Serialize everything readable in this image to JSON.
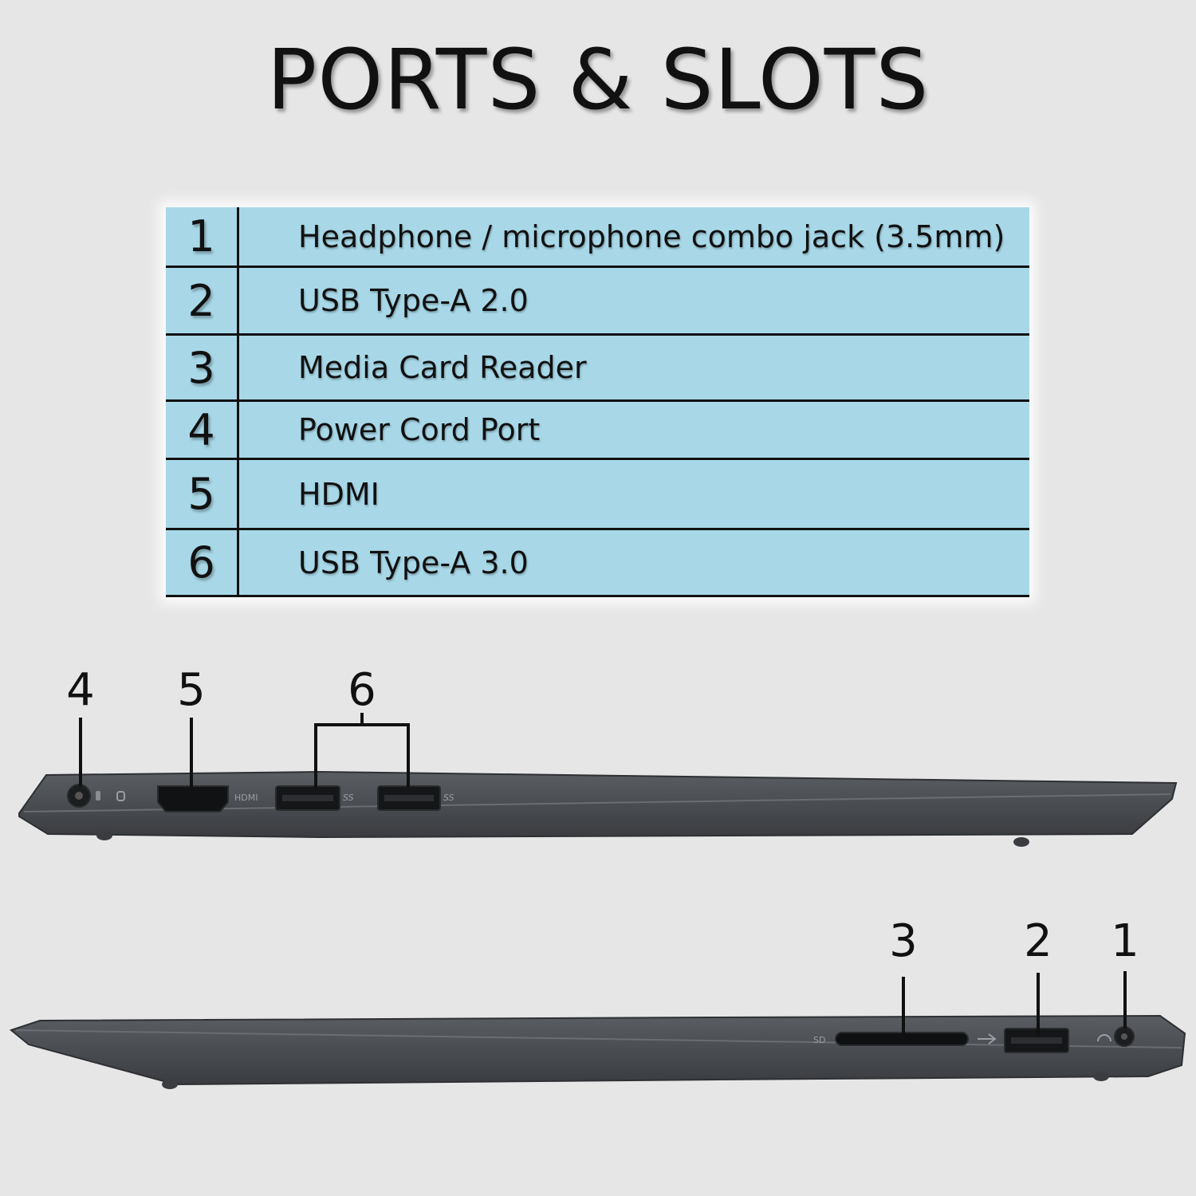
{
  "title": "PORTS & SLOTS",
  "ports": [
    {
      "number": "1",
      "label": "Headphone / microphone combo jack (3.5mm)"
    },
    {
      "number": "2",
      "label": "USB Type-A 2.0"
    },
    {
      "number": "3",
      "label": "Media Card Reader"
    },
    {
      "number": "4",
      "label": "Power Cord Port"
    },
    {
      "number": "5",
      "label": "HDMI"
    },
    {
      "number": "6",
      "label": "USB Type-A 3.0"
    }
  ],
  "left_side_callouts": [
    "4",
    "5",
    "6"
  ],
  "right_side_callouts": [
    "3",
    "2",
    "1"
  ],
  "port_markings": {
    "hdmi": "HDMI",
    "sd": "SD",
    "usb3": "SS"
  },
  "colors": {
    "background": "#e6e6e6",
    "table_fill": "#a8d8e8",
    "laptop_body": "#4b4e52"
  }
}
